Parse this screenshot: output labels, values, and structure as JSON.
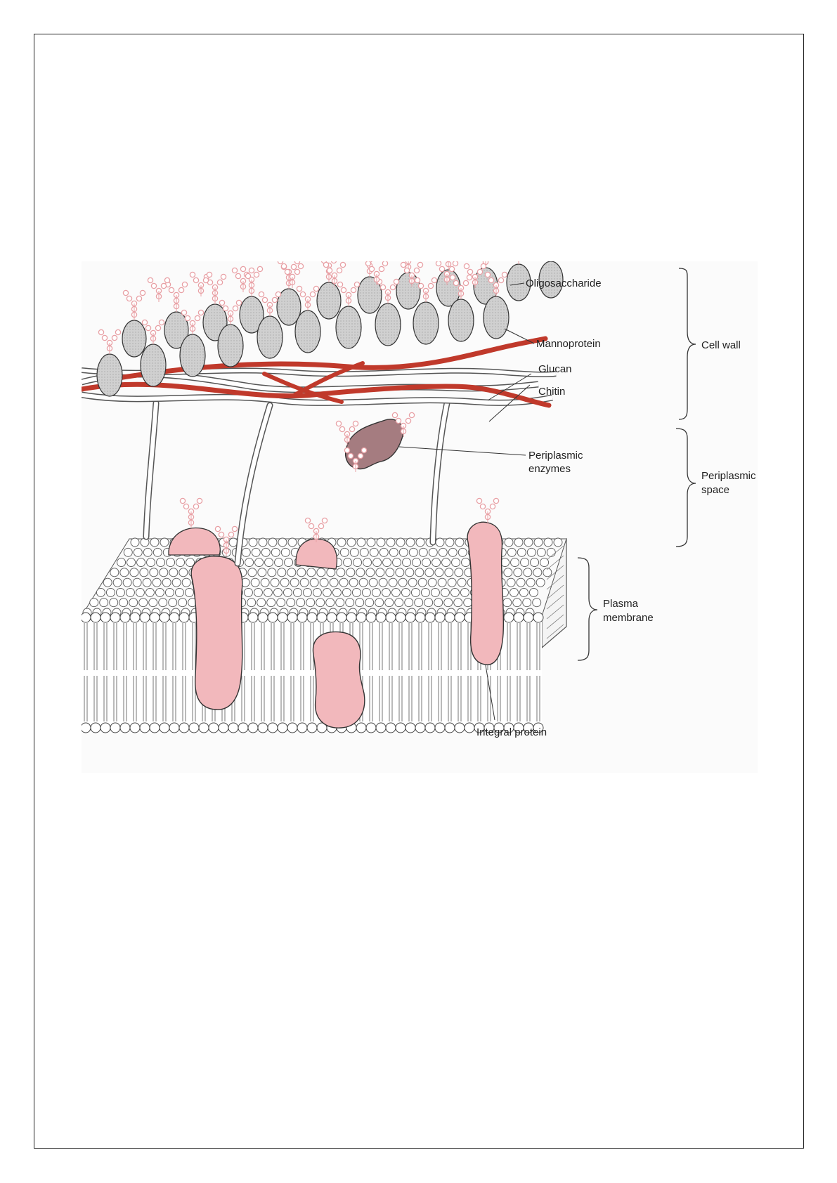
{
  "figure": {
    "labels": {
      "oligosaccharide": "Oligosaccharide",
      "mannoprotein": "Mannoprotein",
      "glucan": "Glucan",
      "chitin": "Chitin",
      "periplasmic_enzymes_line1": "Periplasmic",
      "periplasmic_enzymes_line2": "enzymes",
      "integral_protein": "Integral protein"
    },
    "regions": {
      "cell_wall": "Cell wall",
      "periplasmic_space_line1": "Periplasmic",
      "periplasmic_space_line2": "space",
      "plasma_membrane_line1": "Plasma",
      "plasma_membrane_line2": "membrane"
    },
    "colors": {
      "chitin": "#c0392b",
      "mannoprotein": "#d3d3d3",
      "protein": "#f2b8bc",
      "enzyme": "#a57c80",
      "oligosaccharide": "#e8a0a5"
    }
  }
}
